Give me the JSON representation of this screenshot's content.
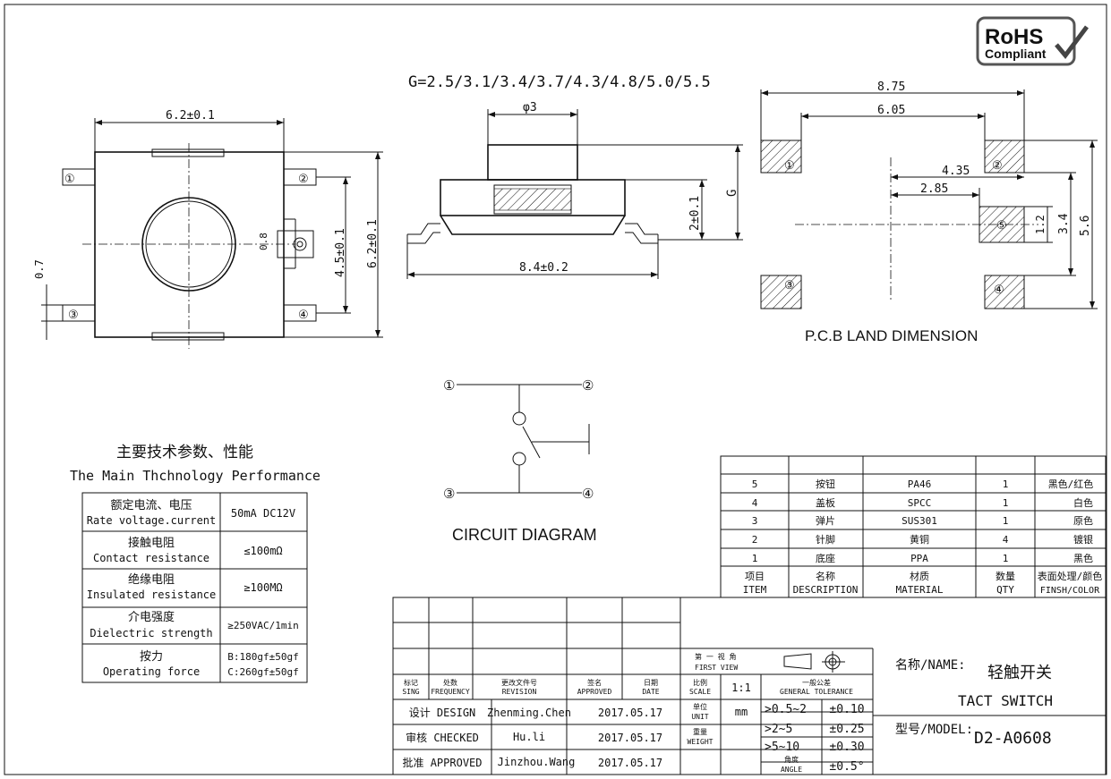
{
  "rohs": {
    "line1": "RoHS",
    "line2": "Compliant"
  },
  "top_view": {
    "dim_width": "6.2±0.1",
    "dim_height": "6.2±0.1",
    "dim_pitch": "4.5±0.1",
    "dim_slot": "0.8",
    "dim_lead": "0.7",
    "pins": [
      "①",
      "②",
      "③",
      "④"
    ]
  },
  "side_view": {
    "g_values": "G=2.5/3.1/3.4/3.7/4.3/4.8/5.0/5.5",
    "dim_diameter": "φ3",
    "dim_body": "2±0.1",
    "dim_g": "G",
    "dim_length": "8.4±0.2"
  },
  "pcb": {
    "dim_875": "8.75",
    "dim_605": "6.05",
    "dim_435": "4.35",
    "dim_285": "2.85",
    "dim_12": "1.2",
    "dim_34": "3.4",
    "dim_56": "5.6",
    "title": "P.C.B LAND DIMENSION",
    "pads": [
      "①",
      "②",
      "③",
      "④",
      "⑤"
    ]
  },
  "circuit": {
    "title": "CIRCUIT DIAGRAM",
    "nodes": [
      "①",
      "②",
      "③",
      "④"
    ]
  },
  "performance": {
    "title_cn": "主要技术参数、性能",
    "title_en": "The Main Thchnology Performance",
    "rows": [
      {
        "cn": "额定电流、电压",
        "en": "Rate voltage.current",
        "value": "50mA DC12V"
      },
      {
        "cn": "接触电阻",
        "en": "Contact resistance",
        "value": "≤100mΩ"
      },
      {
        "cn": "绝缘电阻",
        "en": "Insulated resistance",
        "value": "≥100MΩ"
      },
      {
        "cn": "介电强度",
        "en": "Dielectric strength",
        "value": "≥250VAC/1min"
      },
      {
        "cn": "按力",
        "en": "Operating force",
        "value": "B:180gf±50gf",
        "value2": "C:260gf±50gf"
      }
    ]
  },
  "bom": {
    "rows": [
      {
        "item": "5",
        "desc": "按钮",
        "material": "PA46",
        "qty": "1",
        "finish": "黑色/红色"
      },
      {
        "item": "4",
        "desc": "盖板",
        "material": "SPCC",
        "qty": "1",
        "finish": "白色"
      },
      {
        "item": "3",
        "desc": "弹片",
        "material": "SUS301",
        "qty": "1",
        "finish": "原色"
      },
      {
        "item": "2",
        "desc": "针脚",
        "material": "黄铜",
        "qty": "4",
        "finish": "镀银"
      },
      {
        "item": "1",
        "desc": "底座",
        "material": "PPA",
        "qty": "1",
        "finish": "黑色"
      }
    ],
    "header": {
      "item_cn": "项目",
      "item_en": "ITEM",
      "desc_cn": "名称",
      "desc_en": "DESCRIPTION",
      "mat_cn": "材质",
      "mat_en": "MATERIAL",
      "qty_cn": "数量",
      "qty_en": "QTY",
      "fin_cn": "表面处理/颜色",
      "fin_en": "FINSH/COLOR"
    }
  },
  "title_block": {
    "hdr": {
      "sign_cn": "标记",
      "sign_en": "SING",
      "freq_cn": "处数",
      "freq_en": "FREQUENCY",
      "rev_cn": "更改文件号",
      "rev_en": "REVISION",
      "appr_cn": "签名",
      "appr_en": "APPROVED",
      "date_cn": "日期",
      "date_en": "DATE"
    },
    "design_label": "设计 DESIGN",
    "design_name": "Zhenming.Chen",
    "design_date": "2017.05.17",
    "check_label": "审核 CHECKED",
    "check_name": "Hu.li",
    "check_date": "2017.05.17",
    "approve_label": "批准 APPROVED",
    "approve_name": "Jinzhou.Wang",
    "approve_date": "2017.05.17",
    "view_cn": "第 一 视 角",
    "view_en": "FIRST VIEW",
    "scale_cn": "比例",
    "scale_en": "SCALE",
    "scale": "1:1",
    "unit_cn": "单位",
    "unit_en": "UNIT",
    "unit": "mm",
    "weight_cn": "重量",
    "weight_en": "WEIGHT",
    "angle_cn": "角度",
    "angle_en": "ANGLE",
    "tol_cn": "一般公差",
    "tol_en": "GENERAL TOLERANCE",
    "tolerances": [
      {
        "range": ">0.5~2",
        "tol": "±0.10"
      },
      {
        "range": ">2~5",
        "tol": "±0.25"
      },
      {
        "range": ">5~10",
        "tol": "±0.30"
      },
      {
        "range": "",
        "tol": "±0.5°"
      }
    ],
    "name_label": "名称/NAME:",
    "name_cn": "轻触开关",
    "name_en": "TACT  SWITCH",
    "model_label": "型号/MODEL:",
    "model": "D2-A0608"
  }
}
